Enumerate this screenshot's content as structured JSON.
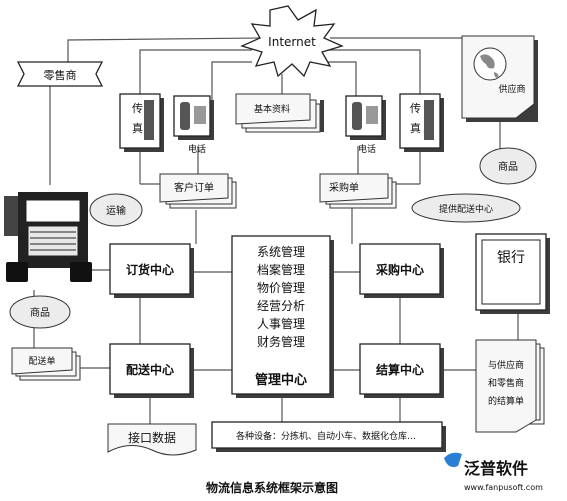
{
  "title": "物流信息系统框架示意图",
  "internet": "Internet",
  "retailer": "零售商",
  "supplier": "供应商",
  "fax": "传真",
  "fax_left": "传\n真",
  "phone": "电话",
  "basic_data": "基本资料",
  "customer_order": "客户订单",
  "purchase_order": "采购单",
  "transport": "运输",
  "goods": "商品",
  "supply_delivery": "提供配送中心",
  "order_center": "订货中心",
  "purchase_center": "采购中心",
  "delivery_center": "配送中心",
  "settlement_center": "结算中心",
  "management_center": "管理中心",
  "modules": [
    "系统管理",
    "档案管理",
    "物价管理",
    "经营分析",
    "人事管理",
    "财务管理"
  ],
  "bank": "银行",
  "delivery_note": "配送单",
  "settlement_doc": [
    "与供应商",
    "和零售商",
    "的结算单"
  ],
  "interface_data": "接口数据",
  "devices": "各种设备：分拣机、自动小车、数据化仓库…",
  "logo_text": "泛普软件",
  "logo_url": "www.fanpusoft.com"
}
